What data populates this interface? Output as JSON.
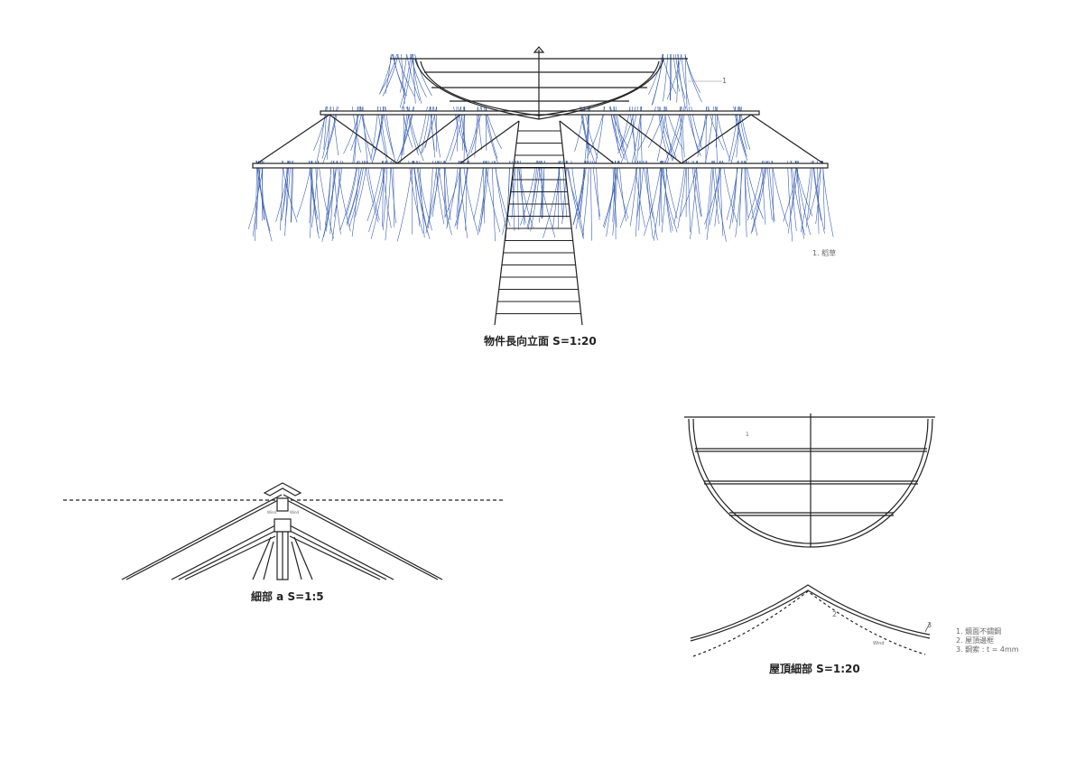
{
  "elevation": {
    "caption": "物件長向立面 S=1:20",
    "callout": "1",
    "legend": [
      "1. 稻草"
    ],
    "grass_color": "#3a5fb5"
  },
  "detail_a": {
    "caption": "細部 a S=1:5",
    "marks": [
      "Wind",
      "Wind"
    ]
  },
  "roof_plan": {
    "callout": "1"
  },
  "roof_detail": {
    "caption": "屋頂細部 S=1:20",
    "callouts": [
      "2",
      "3"
    ],
    "mark": "Wind",
    "legend": [
      "1. 鏡面不鏽鋼",
      "2. 屋頂邊框",
      "3. 鋼索 : t = 4mm"
    ]
  }
}
